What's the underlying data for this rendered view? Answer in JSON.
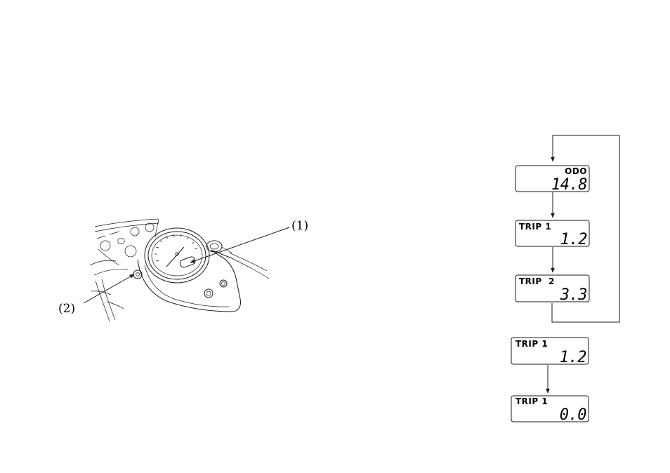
{
  "callouts": {
    "label_1": "(1)",
    "label_2": "(2)"
  },
  "cycle_displays": [
    {
      "mode": "ODO",
      "value": "14.8"
    },
    {
      "mode": "TRIP 1",
      "value": "1.2"
    },
    {
      "mode": "TRIP  2",
      "value": "3.3"
    }
  ],
  "reset_displays": [
    {
      "mode": "TRIP 1",
      "value": "1.2"
    },
    {
      "mode": "TRIP 1",
      "value": "0.0"
    }
  ]
}
